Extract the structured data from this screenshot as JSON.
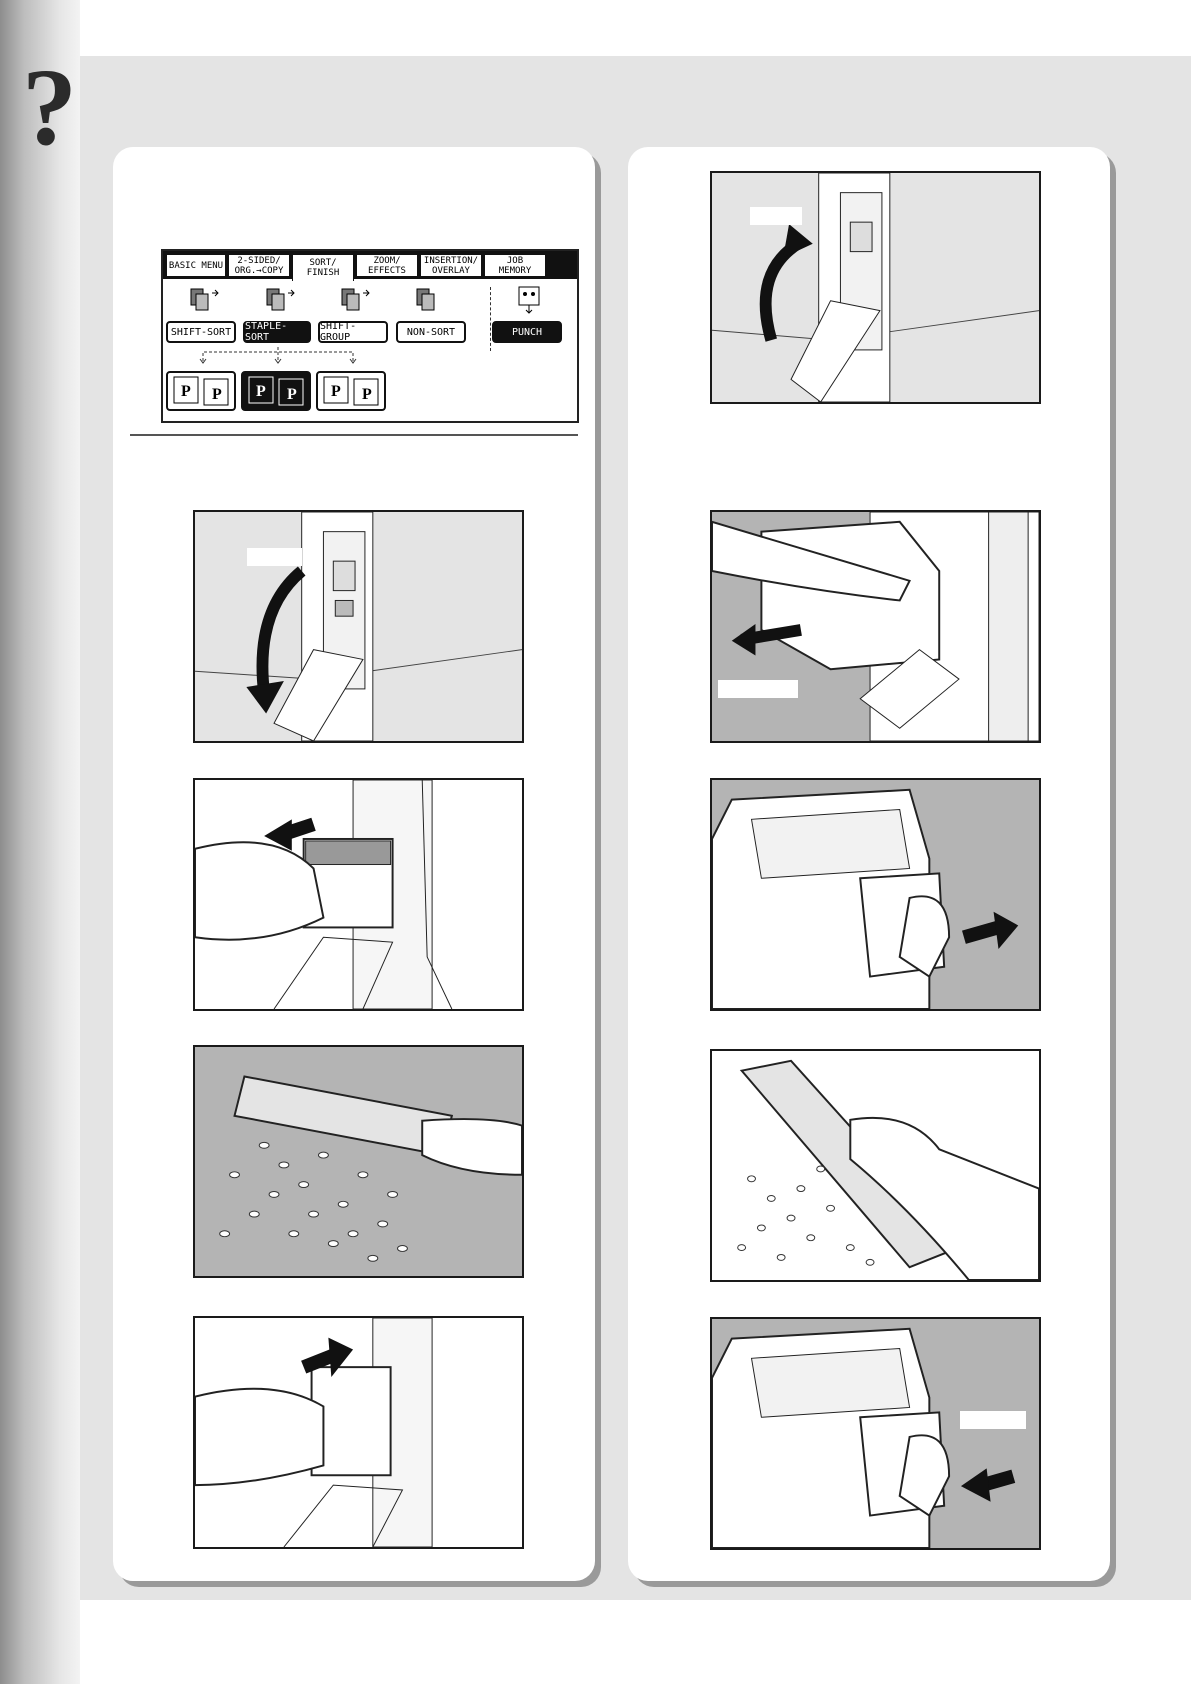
{
  "header": {
    "icon": "question-mark-icon",
    "glyph": "?"
  },
  "control_panel": {
    "tabs": [
      {
        "line1": "BASIC MENU",
        "line2": ""
      },
      {
        "line1": "2-SIDED/",
        "line2": "ORG.→COPY"
      },
      {
        "line1": "SORT/",
        "line2": "FINISH"
      },
      {
        "line1": "ZOOM/",
        "line2": "EFFECTS"
      },
      {
        "line1": "INSERTION/",
        "line2": "OVERLAY"
      },
      {
        "line1": "JOB",
        "line2": "MEMORY"
      }
    ],
    "active_tab": "SORT/ FINISH",
    "modes": [
      {
        "label": "SHIFT-SORT",
        "selected": false
      },
      {
        "label": "STAPLE-SORT",
        "selected": true
      },
      {
        "label": "SHIFT-GROUP",
        "selected": false
      },
      {
        "label": "NON-SORT",
        "selected": false
      },
      {
        "label": "PUNCH",
        "selected": true
      }
    ],
    "staple_positions": [
      {
        "glyph": "P",
        "selected": false
      },
      {
        "glyph": "P",
        "selected": true
      },
      {
        "glyph": "P",
        "selected": false
      }
    ]
  }
}
